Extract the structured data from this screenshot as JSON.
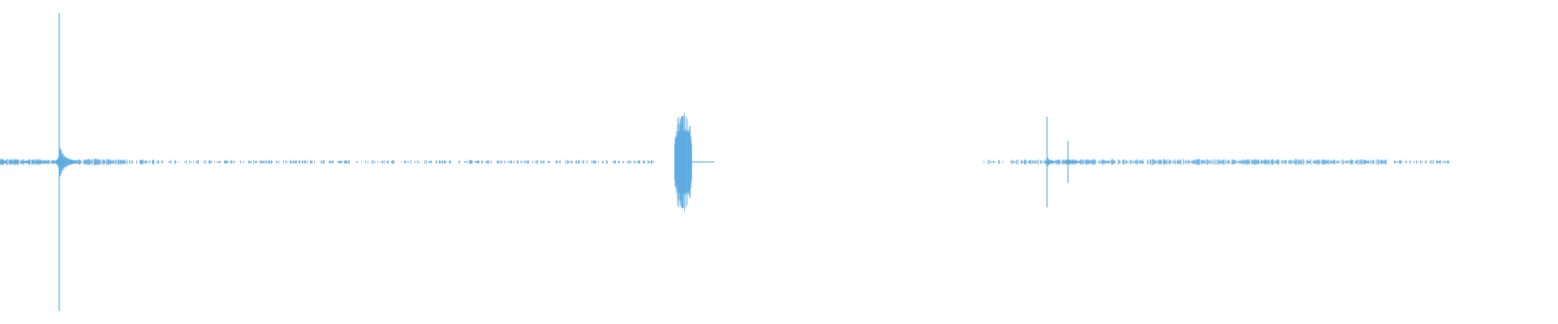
{
  "waveform": {
    "color": "#5aa9e0",
    "background": "#ffffff",
    "duration_fraction_range": [
      0,
      1
    ],
    "segments": [
      {
        "start": 0.0,
        "end": 0.03,
        "amplitude": 0.02,
        "density": "low"
      },
      {
        "start": 0.03,
        "end": 0.045,
        "amplitude": 0.015,
        "density": "low"
      },
      {
        "start": 0.045,
        "end": 0.08,
        "amplitude": 0.02,
        "density": "low"
      },
      {
        "start": 0.08,
        "end": 0.12,
        "amplitude": 0.015,
        "density": "sparse"
      },
      {
        "start": 0.12,
        "end": 0.42,
        "amplitude": 0.012,
        "density": "sparse"
      },
      {
        "start": 0.63,
        "end": 0.66,
        "amplitude": 0.015,
        "density": "sparse"
      },
      {
        "start": 0.66,
        "end": 0.76,
        "amplitude": 0.018,
        "density": "medium"
      },
      {
        "start": 0.76,
        "end": 0.89,
        "amplitude": 0.018,
        "density": "medium"
      },
      {
        "start": 0.895,
        "end": 0.93,
        "amplitude": 0.012,
        "density": "sparse"
      }
    ],
    "peaks": [
      {
        "position": 0.038,
        "amplitude": 0.92,
        "decay": 0.01
      },
      {
        "position": 0.4385,
        "amplitude": 0.31,
        "decay": 0.0,
        "burst_width": 0.011
      },
      {
        "position": 0.672,
        "amplitude": 0.28,
        "decay": 0.004
      },
      {
        "position": 0.6855,
        "amplitude": 0.13,
        "decay": 0.006
      }
    ]
  }
}
